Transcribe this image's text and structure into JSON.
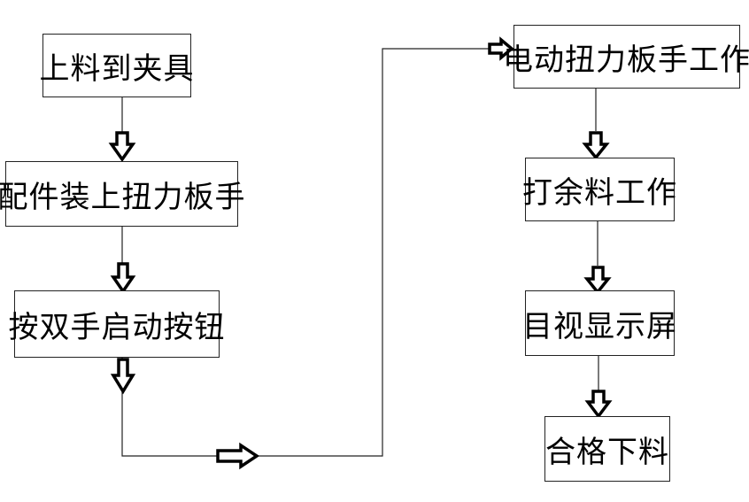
{
  "flowchart": {
    "steps": [
      {
        "id": "load",
        "label": "上料到夹具"
      },
      {
        "id": "mount",
        "label": "配件装上扭力板手"
      },
      {
        "id": "press",
        "label": "按双手启动按钮"
      },
      {
        "id": "wrench",
        "label": "电动扭力板手工作"
      },
      {
        "id": "trim",
        "label": "打余料工作"
      },
      {
        "id": "inspect",
        "label": "目视显示屏"
      },
      {
        "id": "unload",
        "label": "合格下料"
      }
    ],
    "flow": [
      "load",
      "mount",
      "press",
      "wrench",
      "trim",
      "inspect",
      "unload"
    ],
    "colors": {
      "line": "#222222",
      "arrow_outline": "#000000",
      "background": "#ffffff"
    }
  }
}
